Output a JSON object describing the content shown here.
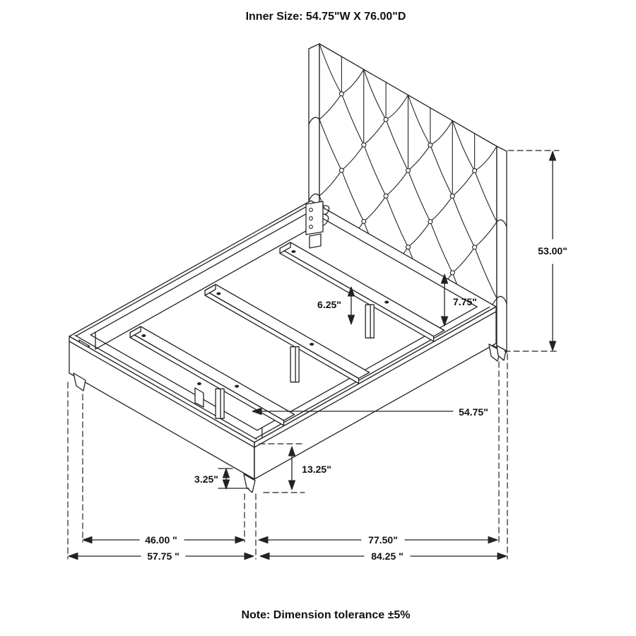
{
  "title": "Inner Size: 54.75\"W X 76.00\"D",
  "note": "Note: Dimension tolerance ±5%",
  "dimensions": {
    "headboard_height": "53.00\"",
    "slat_floor_clearance": "6.25\"",
    "frame_inner_depth": "7.75\"",
    "inner_width": "54.75\"",
    "frame_side_height": "13.25\"",
    "leg_height": "3.25\"",
    "foot_width_inner": "46.00 \"",
    "foot_width_overall": "57.75 \"",
    "side_length_inner": "77.50\"",
    "side_length_overall": "84.25 \""
  },
  "colors": {
    "line": "#232323",
    "text": "#111111",
    "background": "#ffffff"
  }
}
